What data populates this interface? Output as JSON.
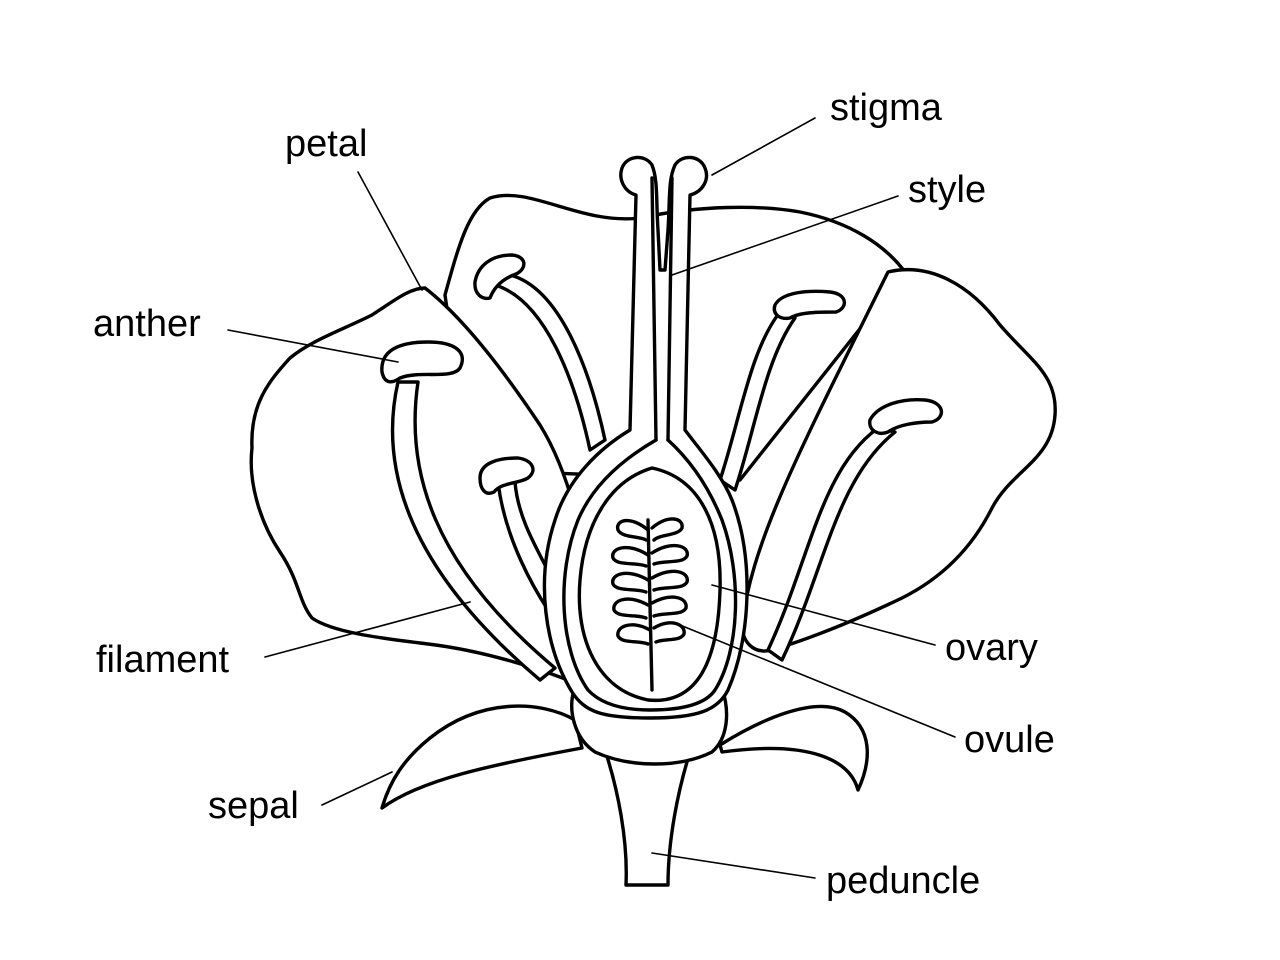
{
  "labels": {
    "stigma": "stigma",
    "style": "style",
    "petal": "petal",
    "anther": "anther",
    "filament": "filament",
    "ovary": "ovary",
    "ovule": "ovule",
    "sepal": "sepal",
    "peduncle": "peduncle"
  },
  "colors": {
    "stroke": "#000000",
    "background": "#ffffff"
  }
}
